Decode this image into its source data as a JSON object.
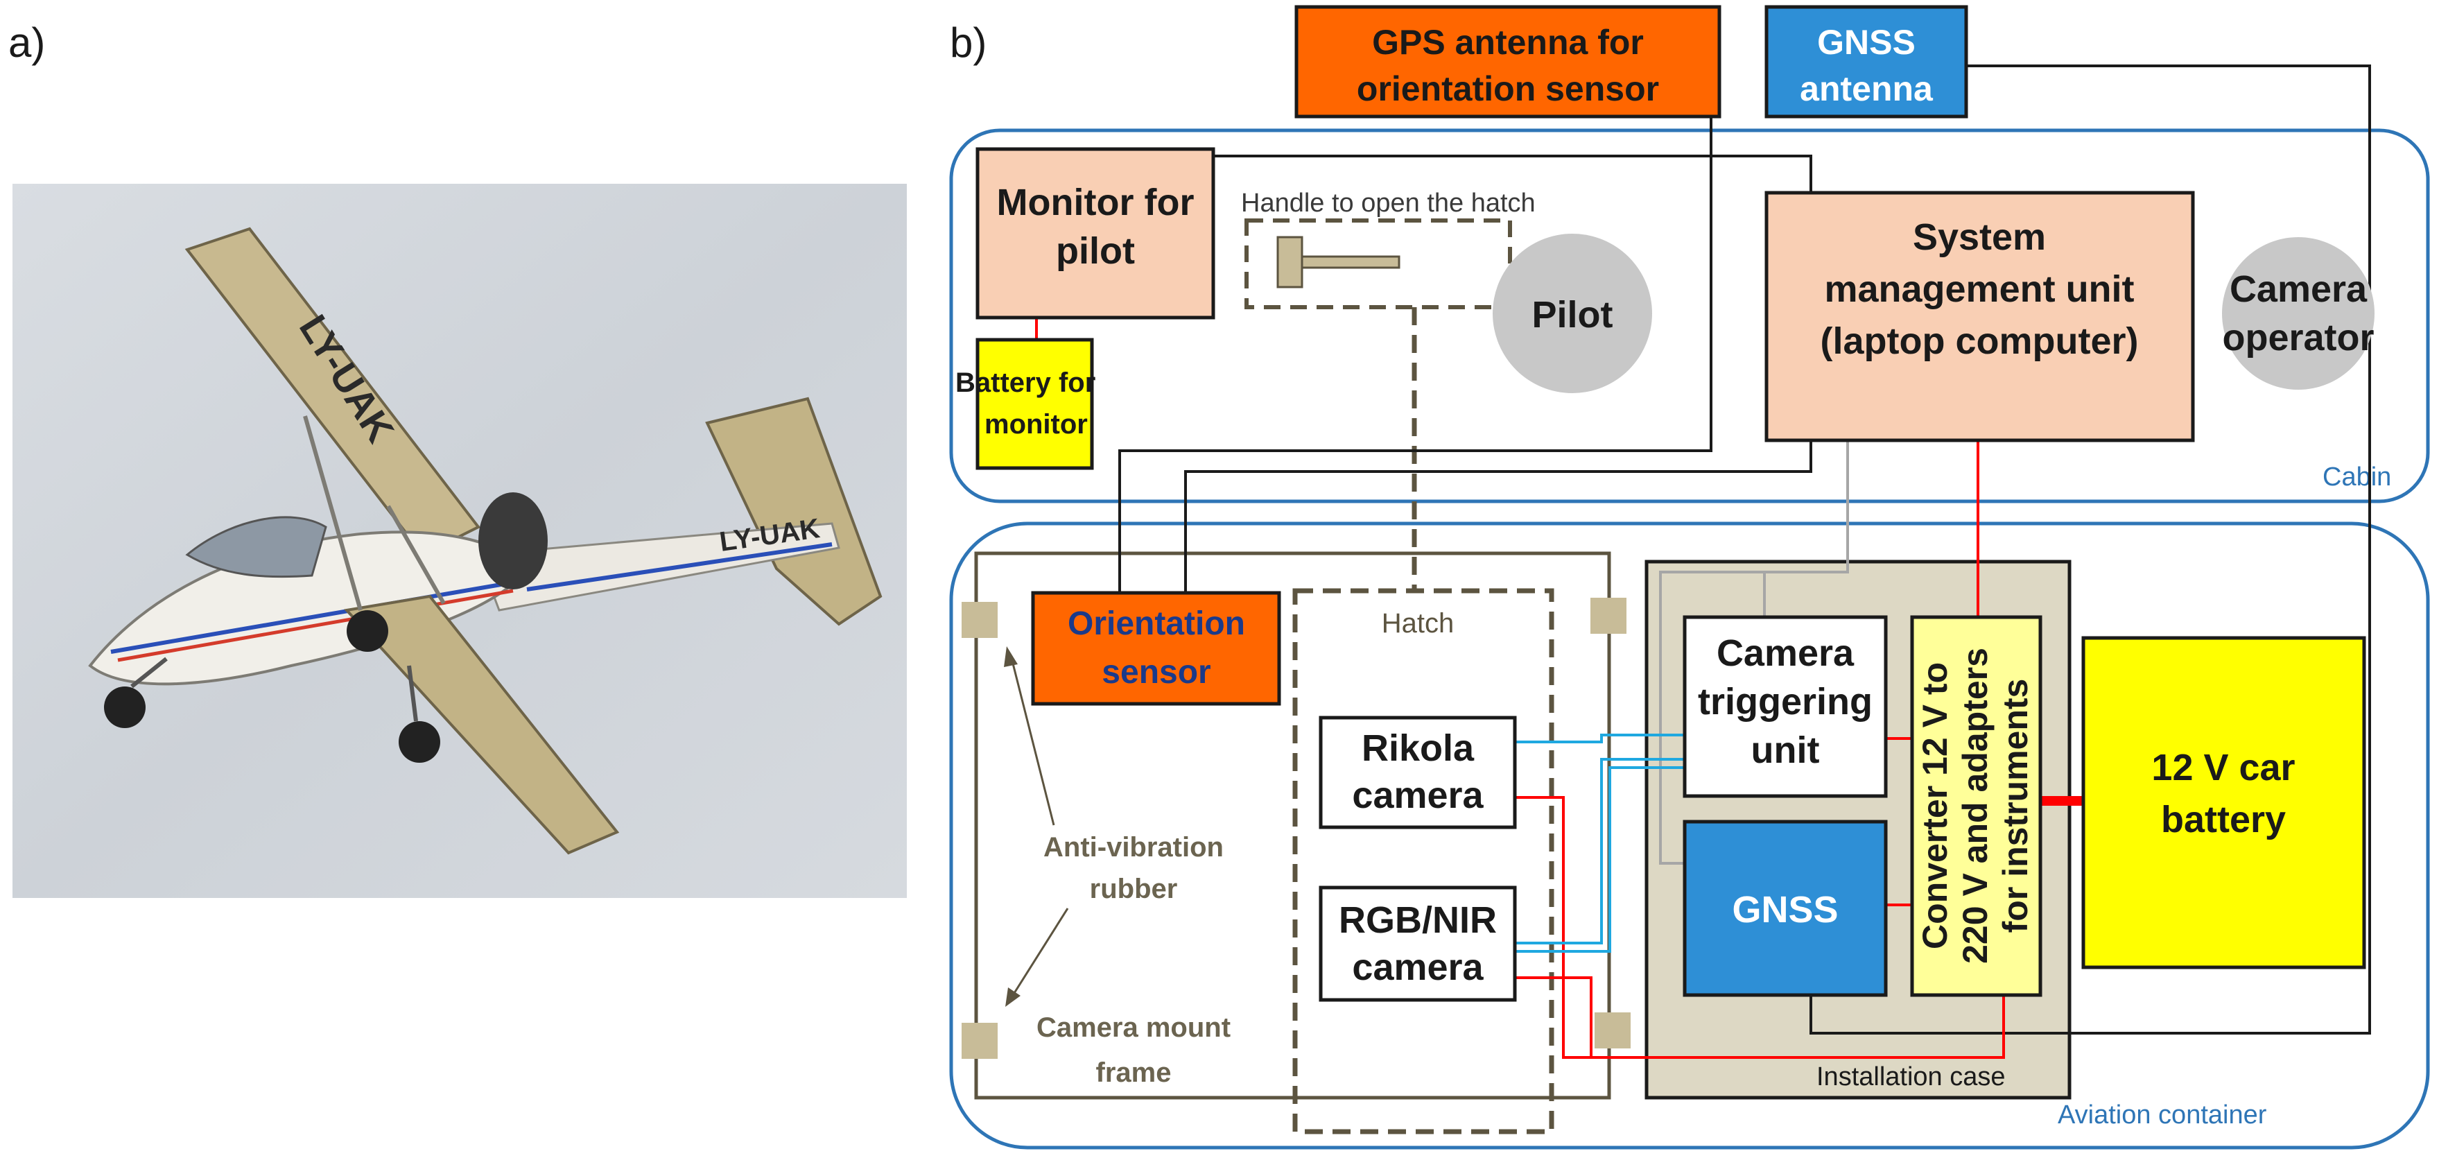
{
  "panels": {
    "a_label": "a)",
    "b_label": "b)"
  },
  "photo": {
    "registration_wing": "LY-UAK",
    "registration_tail": "LY-UAK"
  },
  "diagram": {
    "gps_antenna": [
      "GPS antenna for",
      "orientation sensor"
    ],
    "gnss_antenna": [
      "GNSS",
      "antenna"
    ],
    "cabin_label": "Cabin",
    "container_label": "Aviation container",
    "monitor": [
      "Monitor for",
      "pilot"
    ],
    "battery_monitor": [
      "Battery for",
      "monitor"
    ],
    "handle": "Handle to open the hatch",
    "pilot": "Pilot",
    "smu": [
      "System",
      "management unit",
      "(laptop computer)"
    ],
    "camera_operator": [
      "Camera",
      "operator"
    ],
    "orientation_sensor": [
      "Orientation",
      "sensor"
    ],
    "hatch": "Hatch",
    "rikola": [
      "Rikola",
      "camera"
    ],
    "rgbnir": [
      "RGB/NIR",
      "camera"
    ],
    "anti_vibration": [
      "Anti-vibration",
      "rubber"
    ],
    "mount_frame": [
      "Camera mount",
      "frame"
    ],
    "camera_trigger": [
      "Camera",
      "triggering",
      "unit"
    ],
    "gnss": "GNSS",
    "converter": [
      "Converter 12 V to",
      "220 V and adapters",
      "for instruments"
    ],
    "car_battery": [
      "12 V car",
      "battery"
    ],
    "installation_case": "Installation case"
  },
  "colors": {
    "orange": "#ff6600",
    "blue_box": "#2e8fd6",
    "peach": "#f9cfb4",
    "yellow": "#ffff00",
    "light_yellow": "#ffff99",
    "gray_circle": "#c8c8c8",
    "case_fill": "#ddd8c4",
    "container_stroke": "#2e75b6",
    "red_wire": "#ff0000",
    "cyan_wire": "#1fa8e0"
  }
}
